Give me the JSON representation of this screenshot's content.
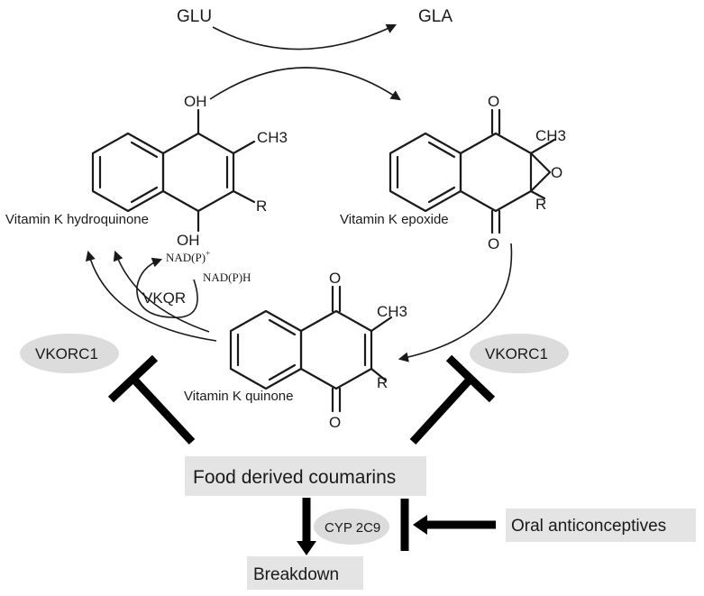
{
  "cofactors": {
    "glu": "GLU",
    "gla": "GLA",
    "nadp_plus": "NAD(P)",
    "nadp_plus_sup": "+",
    "nadph": "NAD(P)H"
  },
  "molecules": {
    "hydroquinone": {
      "name": "Vitamin K hydroquinone",
      "oh_top": "OH",
      "oh_bottom": "OH",
      "ch3": "CH3",
      "r": "R"
    },
    "epoxide": {
      "name": "Vitamin K epoxide",
      "o_top": "O",
      "o_bottom": "O",
      "o_ring": "O",
      "ch3": "CH3",
      "r": "R"
    },
    "quinone": {
      "name": "Vitamin K quinone",
      "o_top": "O",
      "o_bottom": "O",
      "ch3": "CH3",
      "r": "R"
    }
  },
  "enzymes": {
    "vkqr": "VKQR",
    "vkorc1_left": "VKORC1",
    "vkorc1_right": "VKORC1",
    "cyp": "CYP 2C9"
  },
  "boxes": {
    "food_coumarins": "Food derived coumarins",
    "oral_contraceptives": "Oral anticonceptives",
    "breakdown": "Breakdown"
  },
  "colors": {
    "ellipse_fill": "#dcdcdc",
    "box_fill": "#e4e4e4",
    "line": "#000000"
  }
}
